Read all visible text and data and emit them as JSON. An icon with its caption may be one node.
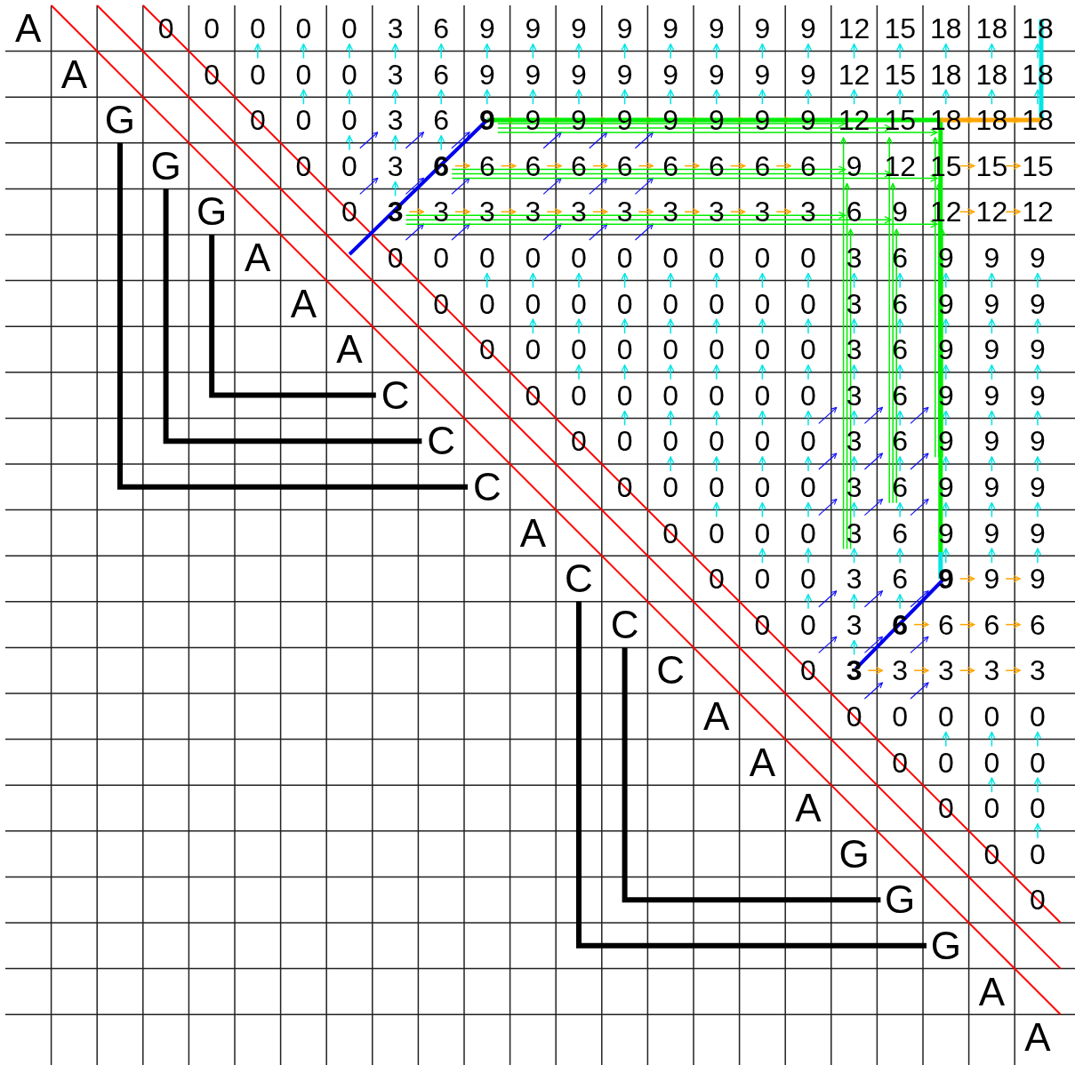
{
  "diagram": {
    "labels": [
      "A",
      "0",
      "0",
      "0",
      "0",
      "0",
      "3",
      "6",
      "9",
      "9",
      "9",
      "9",
      "9",
      "9",
      "9",
      "9",
      "12",
      "15",
      "18",
      "18",
      "18",
      "A",
      "0",
      "0",
      "0",
      "0",
      "3",
      "6",
      "9",
      "9",
      "9",
      "9",
      "9",
      "9",
      "9",
      "9",
      "12",
      "15",
      "18",
      "18",
      "18",
      "G",
      "0",
      "0",
      "0",
      "3",
      "6",
      "9",
      "9",
      "9",
      "9",
      "9",
      "9",
      "9",
      "9",
      "12",
      "15",
      "18",
      "18",
      "18",
      "G",
      "0",
      "0",
      "3",
      "6",
      "6",
      "6",
      "6",
      "6",
      "6",
      "6",
      "6",
      "6",
      "9",
      "12",
      "15",
      "15",
      "15",
      "G",
      "0",
      "3",
      "3",
      "3",
      "3",
      "3",
      "3",
      "3",
      "3",
      "3",
      "3",
      "6",
      "9",
      "12",
      "12",
      "12",
      "A",
      "0",
      "0",
      "0",
      "0",
      "0",
      "0",
      "0",
      "0",
      "0",
      "0",
      "3",
      "6",
      "9",
      "9",
      "9",
      "A",
      "0",
      "0",
      "0",
      "0",
      "0",
      "0",
      "0",
      "0",
      "0",
      "3",
      "6",
      "9",
      "9",
      "9",
      "A",
      "0",
      "0",
      "0",
      "0",
      "0",
      "0",
      "0",
      "0",
      "3",
      "6",
      "9",
      "9",
      "9",
      "C",
      "0",
      "0",
      "0",
      "0",
      "0",
      "0",
      "0",
      "3",
      "6",
      "9",
      "9",
      "9",
      "C",
      "0",
      "0",
      "0",
      "0",
      "0",
      "0",
      "3",
      "6",
      "9",
      "9",
      "9",
      "C",
      "0",
      "0",
      "0",
      "0",
      "0",
      "3",
      "6",
      "9",
      "9",
      "9",
      "A",
      "0",
      "0",
      "0",
      "0",
      "3",
      "6",
      "9",
      "9",
      "9",
      "C",
      "0",
      "0",
      "0",
      "3",
      "6",
      "9",
      "9",
      "9",
      "C",
      "0",
      "0",
      "3",
      "6",
      "6",
      "6",
      "6",
      "C",
      "0",
      "3",
      "3",
      "3",
      "3",
      "3",
      "A",
      "0",
      "0",
      "0",
      "0",
      "0",
      "A",
      "0",
      "0",
      "0",
      "0",
      "A",
      "0",
      "0",
      "0",
      "G",
      "0",
      "0",
      "G",
      "0",
      "G",
      "A",
      "A"
    ]
  }
}
